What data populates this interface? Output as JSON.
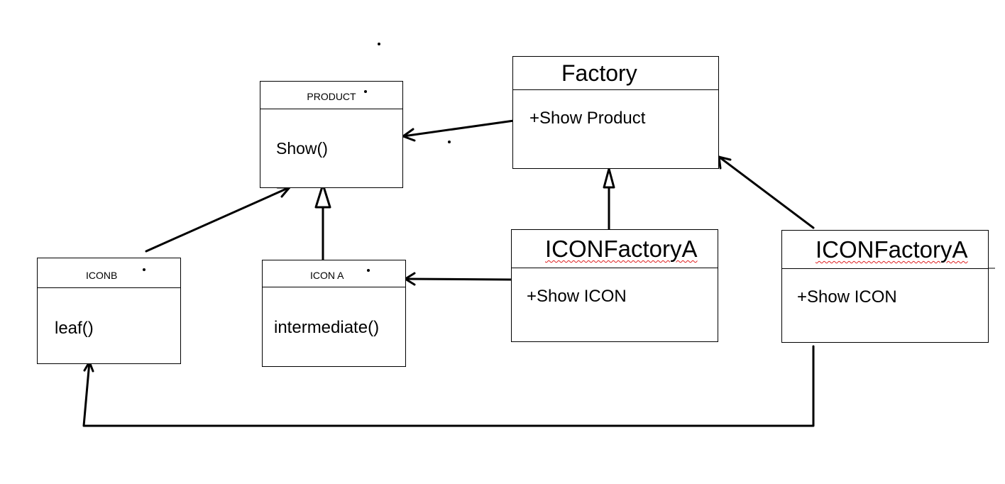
{
  "classes": {
    "product": {
      "title": "PRODUCT",
      "member": "Show()"
    },
    "factory": {
      "title": "Factory",
      "member": "+Show Product"
    },
    "iconb": {
      "title": "ICONB",
      "member": "leaf()"
    },
    "icona": {
      "title": "ICON A",
      "member": "intermediate()"
    },
    "icon_factory_a_1": {
      "title": "ICONFactoryA",
      "member": "+Show ICON"
    },
    "icon_factory_a_2": {
      "title": "ICONFactoryA",
      "member": "+Show ICON"
    }
  },
  "colors": {
    "line": "#000000",
    "spellcheck": "#e02020"
  }
}
